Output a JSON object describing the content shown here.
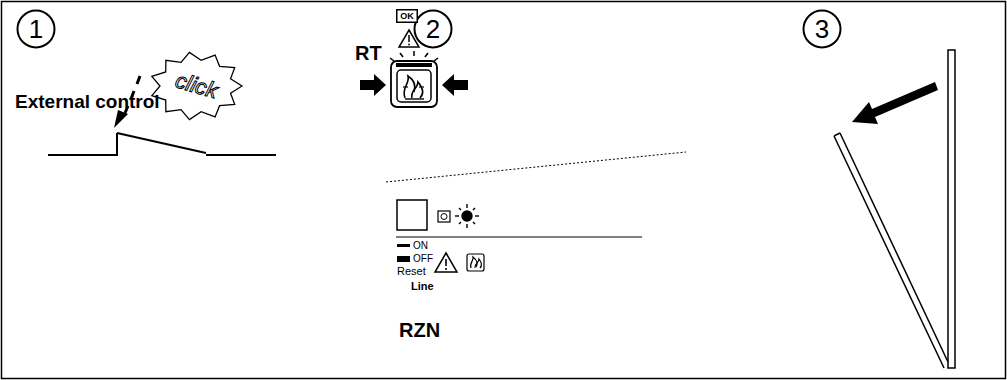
{
  "diagram": {
    "nodes": [
      {
        "text": [
          "1"
        ]
      },
      {
        "text": [
          "click"
        ]
      },
      {
        "text": [
          "2"
        ]
      },
      {
        "text": [
          "OK"
        ]
      },
      {
        "text": [
          "3"
        ]
      }
    ],
    "labels": [
      "External control",
      "RT",
      "RZN",
      "ON",
      "OFF",
      "Reset",
      "Line"
    ]
  }
}
